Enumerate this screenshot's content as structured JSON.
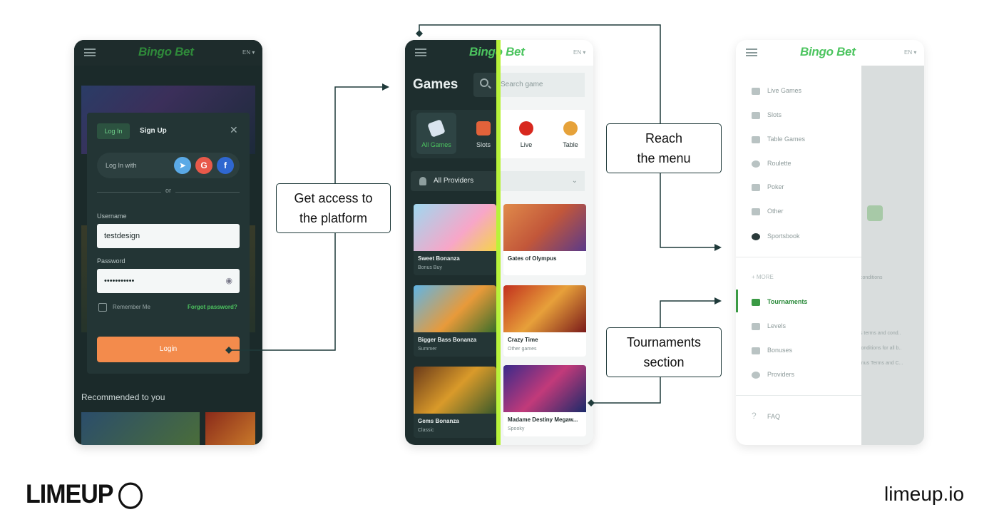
{
  "screen1": {
    "logo": "Bingo Bet",
    "lang": "EN ▾",
    "tab_login": "Log In",
    "tab_signup": "Sign Up",
    "close": "✕",
    "login_with": "Log In with",
    "or": "or",
    "username_label": "Username",
    "username_value": "testdesign",
    "password_label": "Password",
    "password_value": "•••••••••••",
    "remember_me": "Remember Me",
    "forgot_password": "Forgot password?",
    "login_button": "Login",
    "recommended": "Recommended to you"
  },
  "screen2": {
    "logo": "Bingo Bet",
    "lang": "EN ▾",
    "title": "Games",
    "search_placeholder": "Search game",
    "categories": [
      "All Games",
      "Slots",
      "Live",
      "Table"
    ],
    "providers": "All Providers",
    "cards": [
      {
        "title": "Sweet Bonanza",
        "sub": "Bonus Buy"
      },
      {
        "title": "Gates of Olympus",
        "sub": ""
      },
      {
        "title": "Bigger Bass Bonanza",
        "sub": "Summer"
      },
      {
        "title": "Crazy Time",
        "sub": "Other games"
      },
      {
        "title": "Gems Bonanza",
        "sub": "Classic"
      },
      {
        "title": "Madame Destiny Megaw...",
        "sub": "Spooky"
      }
    ]
  },
  "screen3": {
    "logo": "Bingo Bet",
    "lang": "EN ▾",
    "menu_items": [
      "Live Games",
      "Slots",
      "Table Games",
      "Roulette",
      "Poker",
      "Other",
      "Sportsbook"
    ],
    "more": "+ MORE",
    "more_items": [
      "Tournaments",
      "Levels",
      "Bonuses",
      "Providers"
    ],
    "faq": "FAQ",
    "bg_texts": [
      "conditions",
      "ts terms and cond..",
      "conditions for all b..",
      "onus Terms and C..."
    ]
  },
  "callouts": {
    "access_line1": "Get access to",
    "access_line2": "the platform",
    "menu_line1": "Reach",
    "menu_line2": "the menu",
    "tournaments_line1": "Tournaments",
    "tournaments_line2": "section"
  },
  "brand": {
    "logo": "LIMEUP",
    "url": "limeup.io"
  },
  "colors": {
    "accent_green": "#4cc45f",
    "lime": "#b8f23a",
    "orange": "#f38b4c",
    "dark_bg": "#1b2a2a"
  }
}
